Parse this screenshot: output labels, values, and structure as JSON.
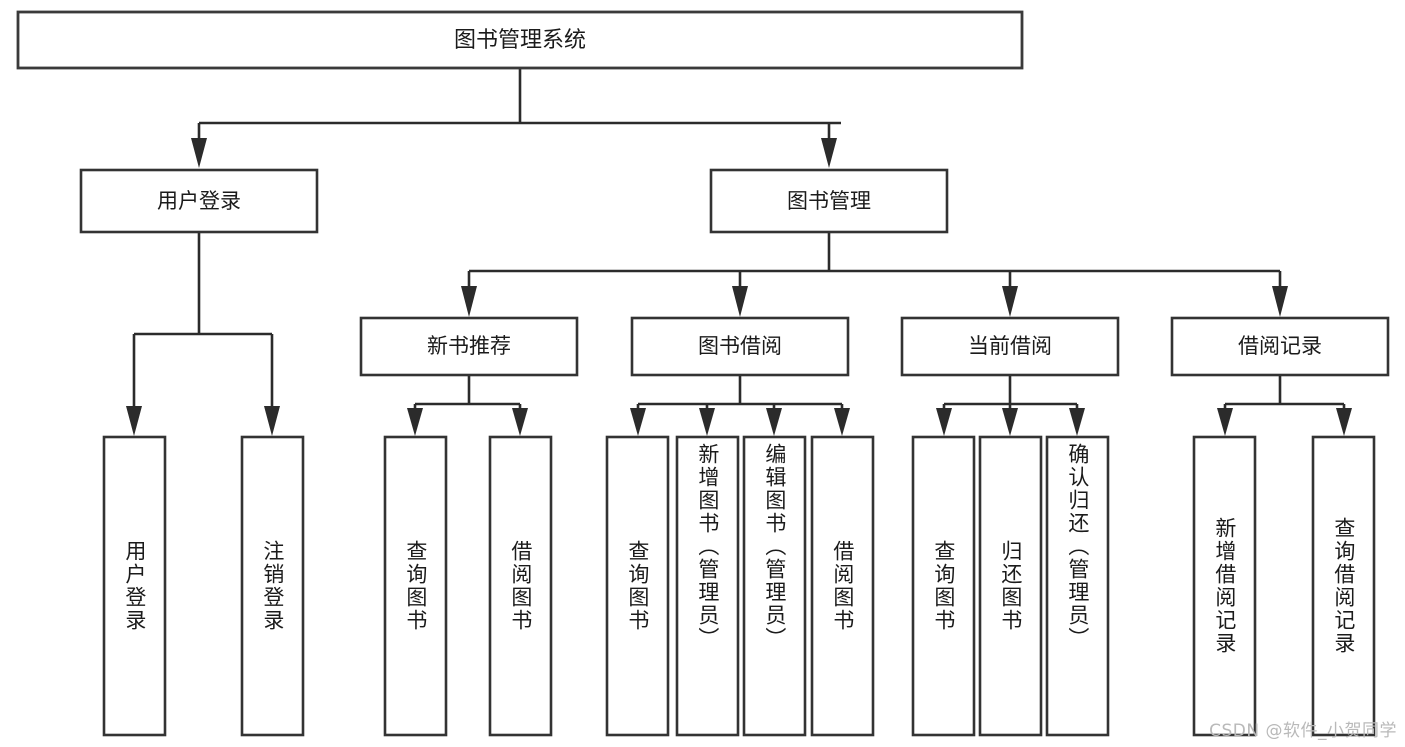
{
  "diagram": {
    "title": "图书管理系统",
    "type": "tree-hierarchy-chart",
    "orientation": "top-down",
    "watermark": "CSDN @软件_小贺同学",
    "colors": {
      "background": "#ffffff",
      "box_fill": "#ffffff",
      "box_stroke": "#333333",
      "connector": "#2b2b2b",
      "text": "#1b1b1b",
      "watermark": "#b9b9b9"
    },
    "levels": {
      "root": "图书管理系统",
      "level2": [
        "用户登录",
        "图书管理"
      ],
      "level3": [
        "新书推荐",
        "图书借阅",
        "当前借阅",
        "借阅记录"
      ]
    },
    "nodes": {
      "root": {
        "label": "图书管理系统"
      },
      "user_login": {
        "label": "用户登录"
      },
      "book_manage": {
        "label": "图书管理"
      },
      "new_book_rec": {
        "label": "新书推荐"
      },
      "book_borrow": {
        "label": "图书借阅"
      },
      "current_borrow": {
        "label": "当前借阅"
      },
      "borrow_record": {
        "label": "借阅记录"
      },
      "leaf_user_login": {
        "label": "用户登录"
      },
      "leaf_logout": {
        "label": "注销登录"
      },
      "leaf_query_book_1": {
        "label": "查询图书"
      },
      "leaf_borrow_book_1": {
        "label": "借阅图书"
      },
      "leaf_query_book_2": {
        "label": "查询图书"
      },
      "leaf_add_book": {
        "label": "新增图书（管理员）"
      },
      "leaf_edit_book": {
        "label": "编辑图书（管理员）"
      },
      "leaf_borrow_book_2": {
        "label": "借阅图书"
      },
      "leaf_query_book_3": {
        "label": "查询图书"
      },
      "leaf_return_book": {
        "label": "归还图书"
      },
      "leaf_confirm_return": {
        "label": "确认归还（管理员）"
      },
      "leaf_add_record": {
        "label": "新增借阅记录"
      },
      "leaf_query_record": {
        "label": "查询借阅记录"
      }
    },
    "edges": [
      {
        "from": "root",
        "to": "user_login"
      },
      {
        "from": "root",
        "to": "book_manage"
      },
      {
        "from": "user_login",
        "to": "leaf_user_login"
      },
      {
        "from": "user_login",
        "to": "leaf_logout"
      },
      {
        "from": "book_manage",
        "to": "new_book_rec"
      },
      {
        "from": "book_manage",
        "to": "book_borrow"
      },
      {
        "from": "book_manage",
        "to": "current_borrow"
      },
      {
        "from": "book_manage",
        "to": "borrow_record"
      },
      {
        "from": "new_book_rec",
        "to": "leaf_query_book_1"
      },
      {
        "from": "new_book_rec",
        "to": "leaf_borrow_book_1"
      },
      {
        "from": "book_borrow",
        "to": "leaf_query_book_2"
      },
      {
        "from": "book_borrow",
        "to": "leaf_add_book"
      },
      {
        "from": "book_borrow",
        "to": "leaf_edit_book"
      },
      {
        "from": "book_borrow",
        "to": "leaf_borrow_book_2"
      },
      {
        "from": "current_borrow",
        "to": "leaf_query_book_3"
      },
      {
        "from": "current_borrow",
        "to": "leaf_return_book"
      },
      {
        "from": "current_borrow",
        "to": "leaf_confirm_return"
      },
      {
        "from": "borrow_record",
        "to": "leaf_add_record"
      },
      {
        "from": "borrow_record",
        "to": "leaf_query_record"
      }
    ]
  }
}
